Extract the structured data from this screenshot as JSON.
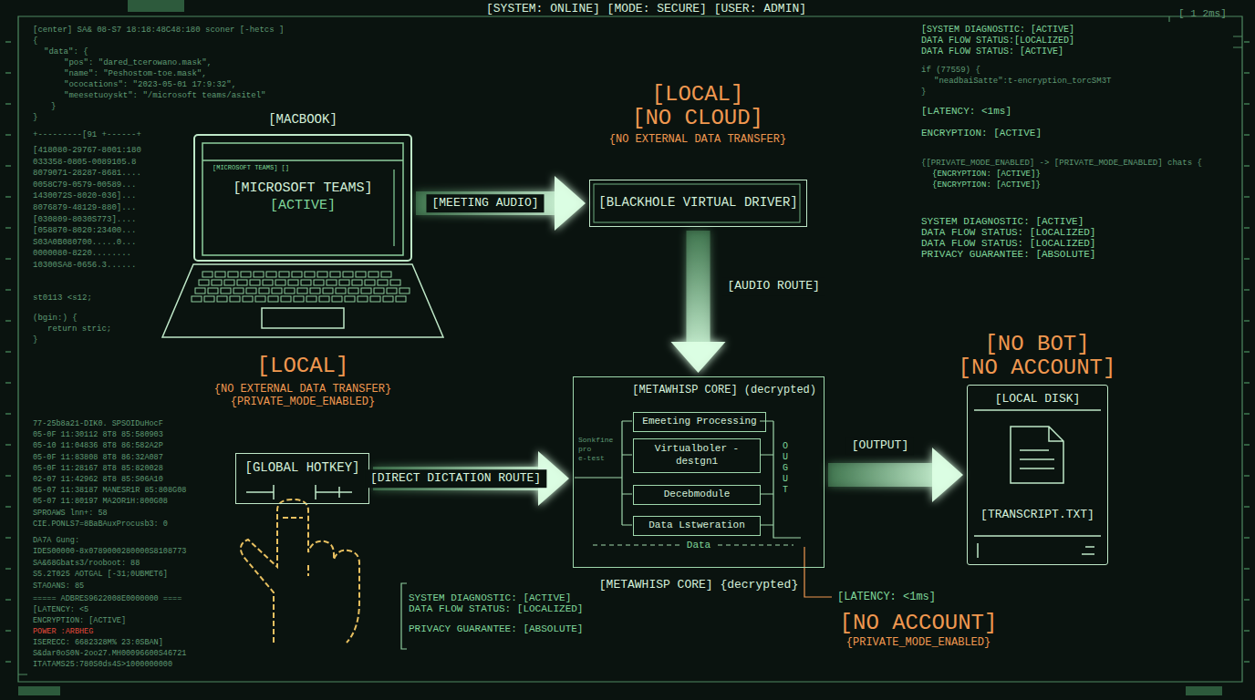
{
  "diagram": {
    "nodes": [
      {
        "text": [
          "[MACBOOK]",
          "[MICROSOFT TEAMS]",
          "[ACTIVE]"
        ]
      },
      {
        "text": [
          "[BLACKHOLE VIRTUAL DRIVER]"
        ]
      },
      {
        "text": [
          "[GLOBAL HOTKEY]"
        ]
      },
      {
        "text": [
          "[METAWHISP CORE] (decrypted)",
          "[METAWHISP CORE] {decrypted}"
        ]
      },
      {
        "text": [
          "Emeeting Processing"
        ],
        "in": 3
      },
      {
        "text": [
          "Virtualboler - destgn1"
        ],
        "in": 3
      },
      {
        "text": [
          "Decebmodule"
        ],
        "in": 3
      },
      {
        "text": [
          "Data Lstweration"
        ],
        "in": 3
      },
      {
        "text": [
          "[LOCAL DISK]",
          "[TRANSCRIPT.TXT]"
        ]
      }
    ],
    "edges": [
      {
        "from": 0,
        "to": 1,
        "label": "[MEETING AUDIO]",
        "arrow": "to"
      },
      {
        "from": 1,
        "to": 3,
        "label": "[AUDIO ROUTE]",
        "arrow": "to"
      },
      {
        "from": 2,
        "to": 3,
        "label": "[DIRECT DICTATION ROUTE]",
        "arrow": "to"
      },
      {
        "from": 3,
        "to": 8,
        "label": "[OUTPUT]",
        "arrow": "to"
      }
    ],
    "labels": [
      "[SYSTEM: ONLINE] [MODE: SECURE] [USER: ADMIN]",
      "[ 1 2ms]",
      "[center] SA& 08-S7 18:18:48C48:180 sconer [-hetcs ]",
      "{",
      "\"data\": {",
      "\"pos\": \"dared_tcerowano.mask\",",
      "\"name\": \"Peshostom-toe.mask\",",
      "\"ococations\": \"2023-05-01 17:9:32\",",
      "\"meesetuoyskt\": \"/microsoft teams/asitel\"",
      "}",
      "}",
      "+---------[91 +------+",
      "[418080-29767-8001:180",
      "033358-0805-0089105.8",
      "8079071-28287-8681....",
      "0058C79-0579-00589...",
      "1430072S-8020-036]...",
      "8076879-48129-880]...",
      "[030809-8030S773]....",
      "[058870-8020:23400...",
      "S03A0B080700.....0...",
      "0000080-8220........",
      "10300SA8-0656.3......",
      "st0113 <s12;",
      "(bgin:) {",
      "return stric;",
      "}",
      "[MICROSOFT TEAMS] []",
      "[LOCAL]",
      "[NO CLOUD]",
      "{NO EXTERNAL DATA TRANSFER}",
      "[LOCAL]",
      "{NO EXTERNAL DATA TRANSFER}",
      "{PRIVATE_MODE_ENABLED}",
      "[SYSTEM DIAGNOSTIC: [ACTIVE]",
      "DATA FLOW STATUS:[LOCALIZED]",
      "DATA FLOW STATUS: [ACTIVE]",
      "if (77559) {",
      "\"neadbaiSatte\":t-encryption_torcSM3T",
      "}",
      "[LATENCY: <1ms]",
      "ENCRYPTION: [ACTIVE]",
      "{[PRIVATE_MODE_ENABLED] -> [PRIVATE_MODE_ENABLED] chats {",
      "{ENCRYPTION: [ACTIVE]}",
      "{ENCRYPTION: [ACTIVE]}",
      "SYSTEM DIAGNOSTIC: [ACTIVE]",
      "DATA FLOW STATUS: [LOCALIZED]",
      "DATA FLOW STATUS: [LOCALIZED]",
      "PRIVACY GUARANTEE: [ABSOLUTE]",
      "[NO BOT]",
      "[NO ACCOUNT]",
      "Sonkfine",
      "pro",
      "e-test",
      "OUGUT",
      "Data",
      "[LATENCY: <1ms]",
      "[NO ACCOUNT]",
      "{PRIVATE_MODE_ENABLED}",
      "SYSTEM DIAGNOSTIC: [ACTIVE]",
      "DATA FLOW STATUS: [LOCALIZED]",
      "PRIVACY GUARANTEE: [ABSOLUTE]",
      "77-25b8a21-DIK0. SPSOIDuHocF",
      "05-0F 11:30112 8T8 85:580903",
      "05-10 11:04836 8T8 86:582A2P",
      "05-0F 11:83808 8T8 86:32A087",
      "05-0F 11:28167 8T8 85:820028",
      "02-07 11:42962 8T8 85:S06A10",
      "05-07 11:38187 MANESR1R 85:808G08",
      "05-07 11:80197 MA2OR1H:800G08",
      "SPROAWS lnn+: 58",
      "CIE.PONLS7=8BaBAuxProcusb3: 0",
      "DA7A Gung:",
      "IDES00000-8x0789000280000S8108773",
      "SA&68Gbats3/rooboot: 88",
      "S5.2T025 AOTGAL [-31;0UBMET6]",
      "STAOANS: 85",
      "===== ADBRES9622008E0000000 ====",
      "[LATENCY: <5",
      "ENCRYPTION: [ACTIVE]",
      "POWER :ARBHEG",
      "ISERECC: 6682328M% 23:0SBAN]",
      "S&dar0oS0N-2oo27.MH00096600S46721",
      "ITATAMS25:780S0ds4S>1000000000"
    ]
  }
}
